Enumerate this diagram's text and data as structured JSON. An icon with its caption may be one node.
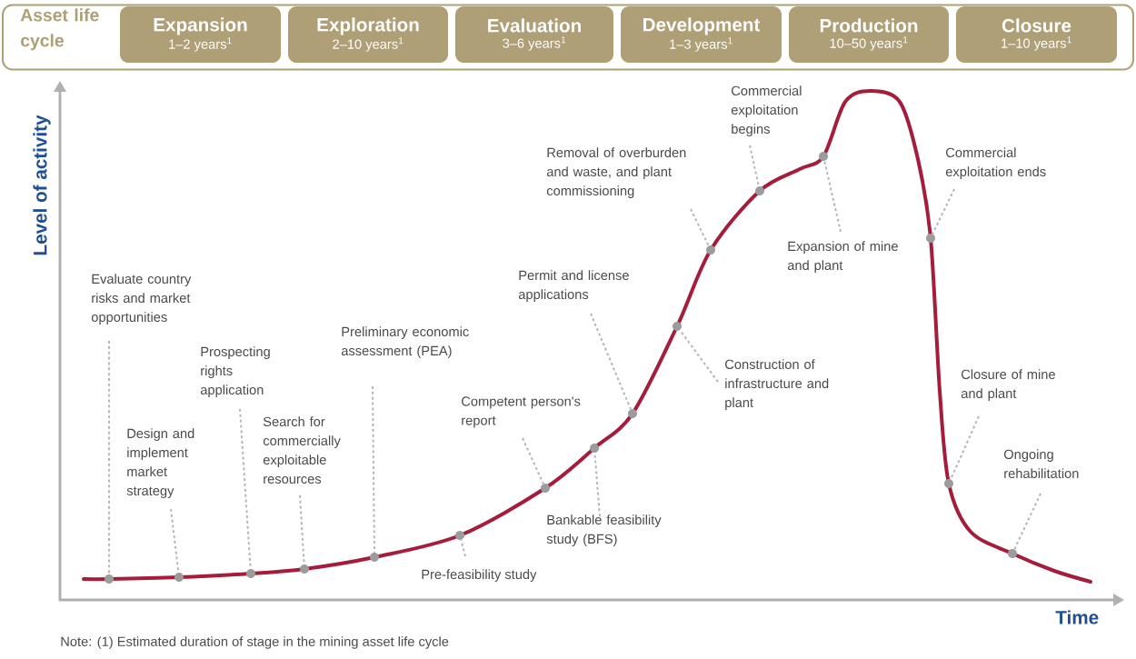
{
  "diagram": {
    "nodes": [
      {
        "text": [
          "Asset life cycle"
        ]
      },
      {
        "text": [
          "Expansion",
          "1–2 years$^{1}$"
        ],
        "in": 0
      },
      {
        "text": [
          "Exploration",
          "2–10 years$^{1}$"
        ],
        "in": 0
      },
      {
        "text": [
          "Evaluation",
          "3–6 years$^{1}$"
        ],
        "in": 0
      },
      {
        "text": [
          "Development",
          "1–3 years$^{1}$"
        ],
        "in": 0
      },
      {
        "text": [
          "Production",
          "10–50 years$^{1}$"
        ],
        "in": 0
      },
      {
        "text": [
          "Closure",
          "1–10 years$^{1}$"
        ],
        "in": 0
      },
      {
        "text": [
          "Evaluate country risks and market opportunities"
        ]
      },
      {
        "text": [
          "Design and implement market strategy"
        ]
      },
      {
        "text": [
          "Prospecting rights application"
        ]
      },
      {
        "text": [
          "Search for commercially exploitable resources"
        ]
      },
      {
        "text": [
          "Preliminary economic assessment (PEA)"
        ]
      },
      {
        "text": [
          "Pre-feasibility study"
        ]
      },
      {
        "text": [
          "Competent person's report"
        ]
      },
      {
        "text": [
          "Bankable feasibility study (BFS)"
        ]
      },
      {
        "text": [
          "Permit and license applications"
        ]
      },
      {
        "text": [
          "Construction of infrastructure and plant"
        ]
      },
      {
        "text": [
          "Removal of overburden and waste, and plant commissioning"
        ]
      },
      {
        "text": [
          "Commercial exploitation begins"
        ]
      },
      {
        "text": [
          "Expansion of mine and plant"
        ]
      },
      {
        "text": [
          "Commercial exploitation ends"
        ]
      },
      {
        "text": [
          "Closure of mine and plant"
        ]
      },
      {
        "text": [
          "Ongoing rehabilitation"
        ]
      },
      {
        "text": [],
        "shape": "circle"
      },
      {
        "text": [],
        "shape": "circle"
      },
      {
        "text": [],
        "shape": "circle"
      },
      {
        "text": [],
        "shape": "circle"
      },
      {
        "text": [],
        "shape": "circle"
      },
      {
        "text": [],
        "shape": "circle"
      },
      {
        "text": [],
        "shape": "circle"
      },
      {
        "text": [],
        "shape": "circle"
      },
      {
        "text": [],
        "shape": "circle"
      },
      {
        "text": [],
        "shape": "circle"
      },
      {
        "text": [],
        "shape": "circle"
      },
      {
        "text": [],
        "shape": "circle"
      },
      {
        "text": [],
        "shape": "circle"
      },
      {
        "text": [],
        "shape": "circle"
      },
      {
        "text": [],
        "shape": "circle"
      },
      {
        "text": [],
        "shape": "circle"
      }
    ],
    "edges": [
      {
        "from": 7,
        "to": 23,
        "arrow": "none"
      },
      {
        "from": 8,
        "to": 24,
        "arrow": "none"
      },
      {
        "from": 9,
        "to": 25,
        "arrow": "none"
      },
      {
        "from": 10,
        "to": 26,
        "arrow": "none"
      },
      {
        "from": 11,
        "to": 27,
        "arrow": "none"
      },
      {
        "from": 12,
        "to": 28,
        "arrow": "none"
      },
      {
        "from": 13,
        "to": 29,
        "arrow": "none"
      },
      {
        "from": 14,
        "to": 30,
        "arrow": "none"
      },
      {
        "from": 15,
        "to": 31,
        "arrow": "none"
      },
      {
        "from": 16,
        "to": 32,
        "arrow": "none"
      },
      {
        "from": 17,
        "to": 33,
        "arrow": "none"
      },
      {
        "from": 18,
        "to": 34,
        "arrow": "none"
      },
      {
        "from": 19,
        "to": 35,
        "arrow": "none"
      },
      {
        "from": 20,
        "to": 36,
        "arrow": "none"
      },
      {
        "from": 21,
        "to": 37,
        "arrow": "none"
      },
      {
        "from": 22,
        "to": 38,
        "arrow": "none"
      }
    ],
    "labels": [
      "Level of activity",
      "Time",
      "Note: (1) Estimated duration of stage in the mining asset life cycle"
    ]
  }
}
